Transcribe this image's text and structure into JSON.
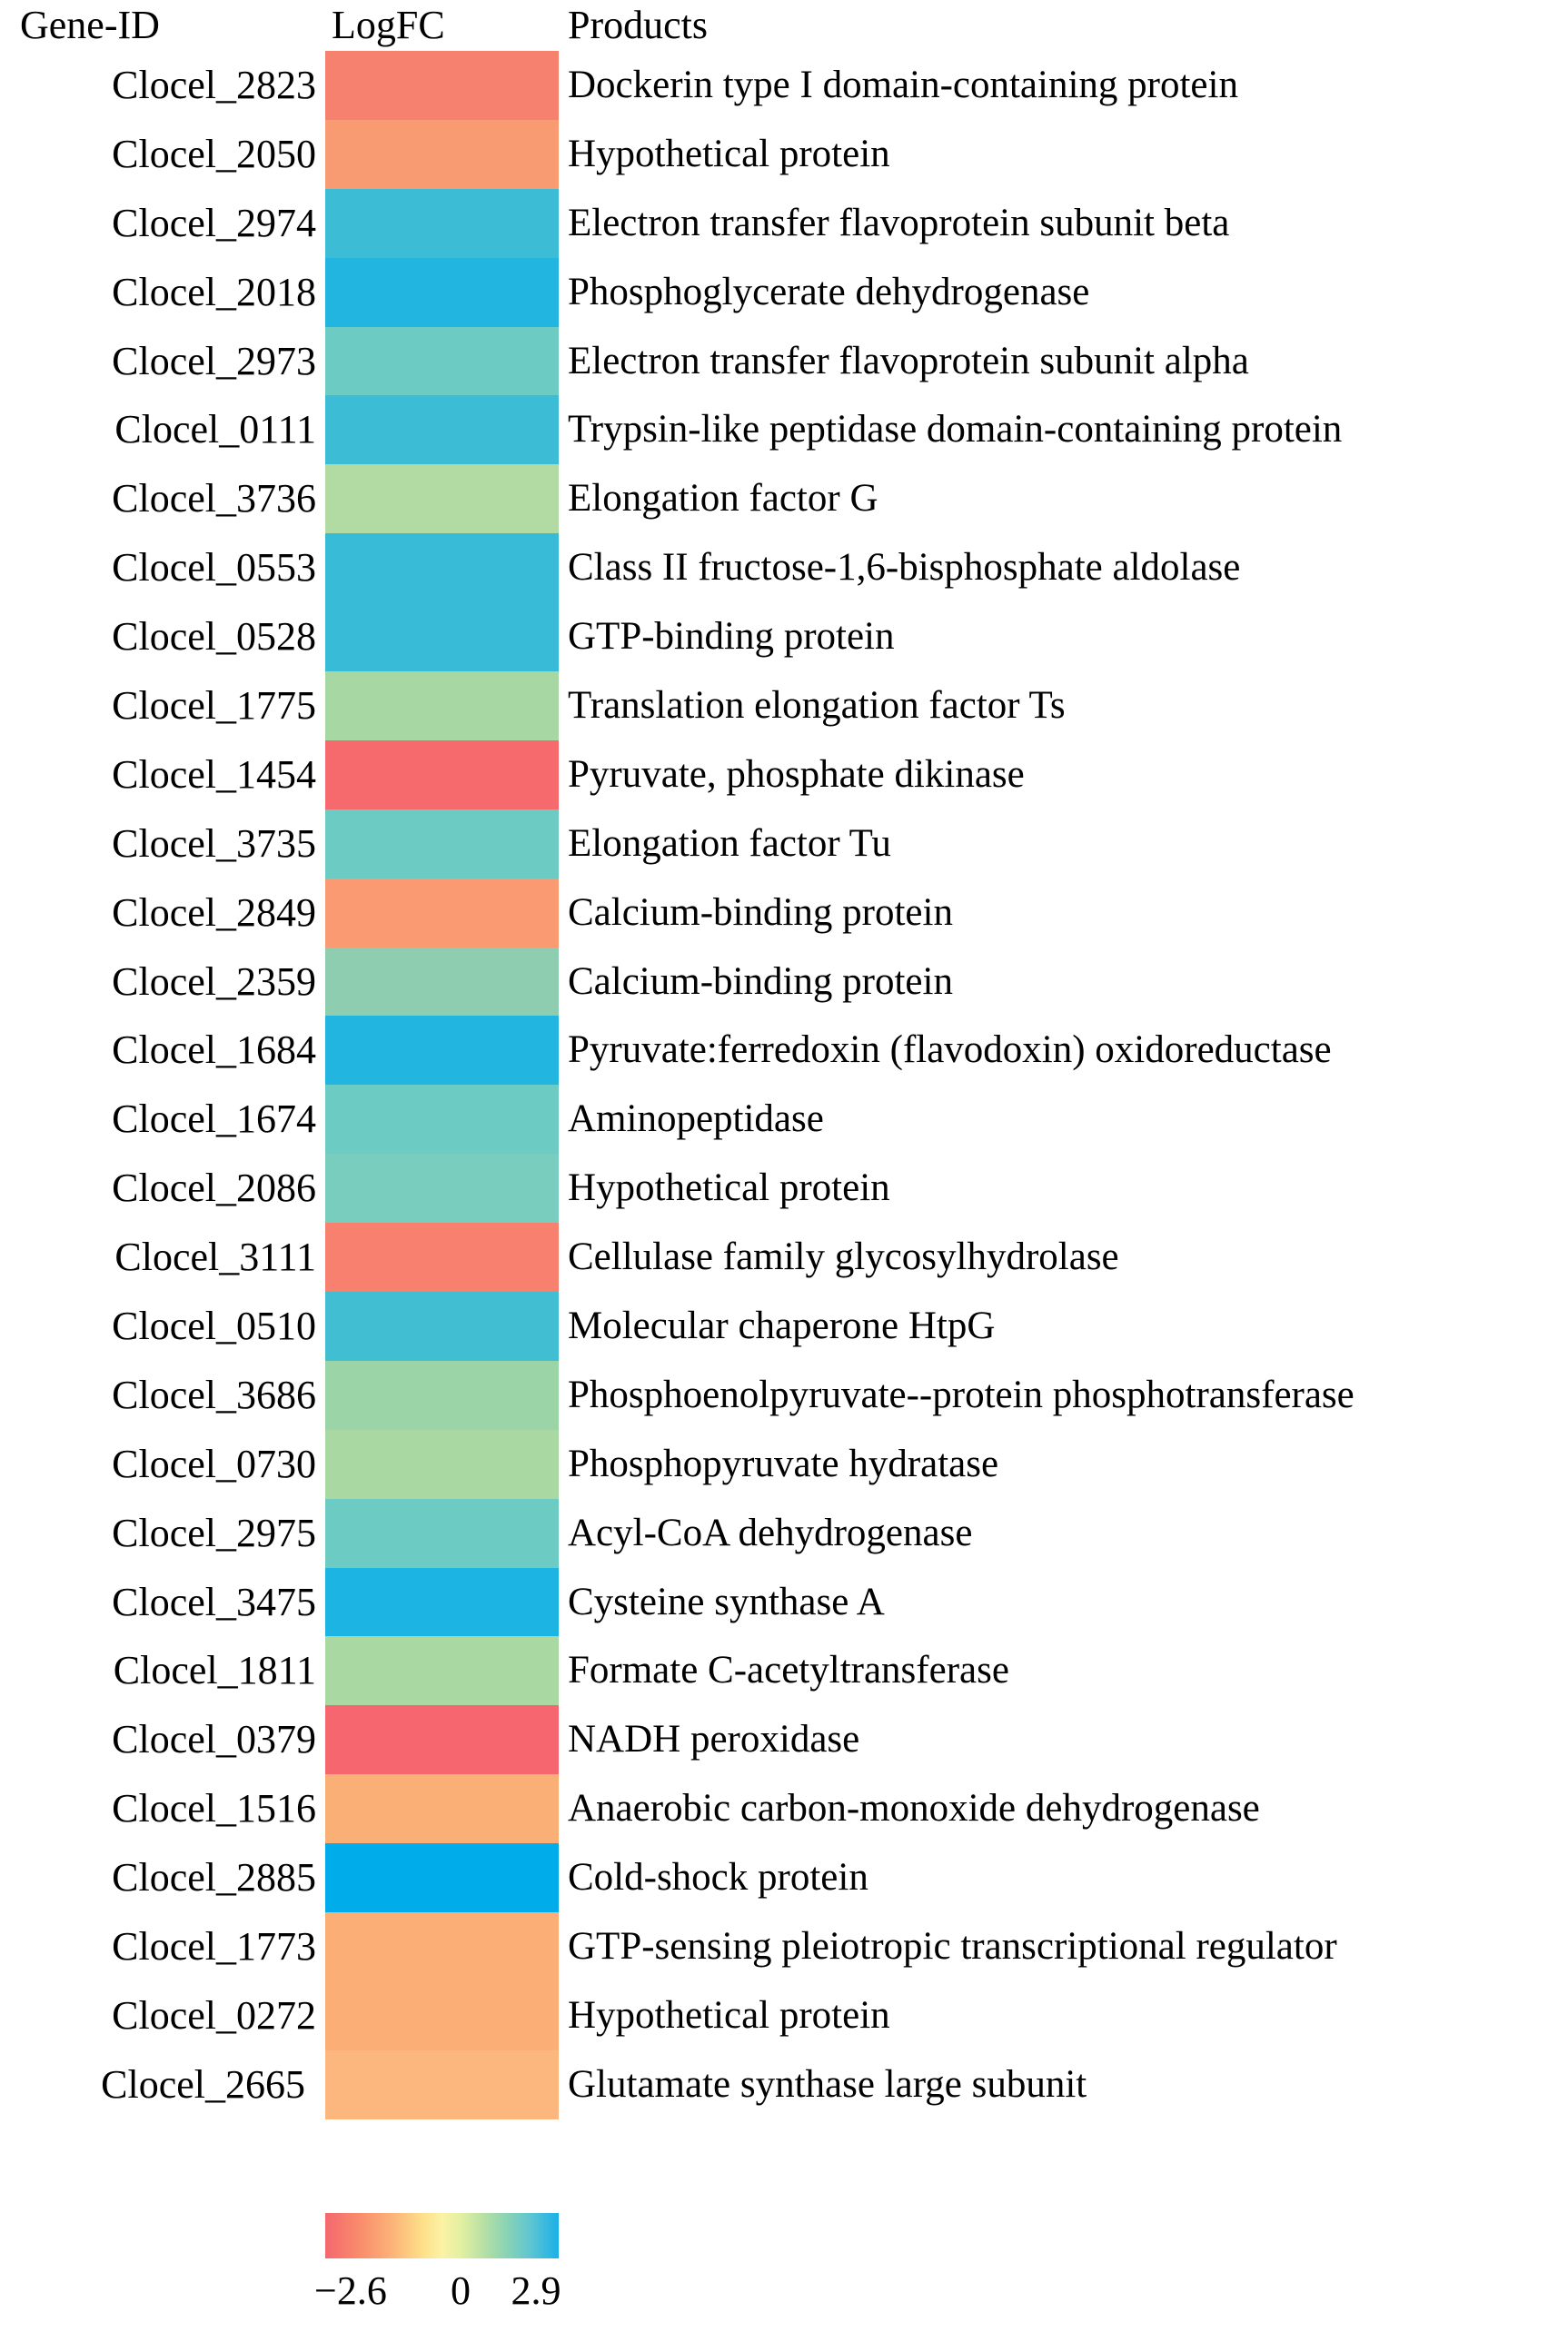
{
  "header": {
    "gene_id": "Gene-ID",
    "logfc": "LogFC",
    "products": "Products"
  },
  "chart_data": {
    "type": "heatmap",
    "title": "",
    "xlabel": "",
    "ylabel": "",
    "colormap": "Spectral (red-yellow-green-blue)",
    "colorbar": {
      "min_label": "−2.6",
      "mid_label": "0",
      "max_label": "2.9",
      "min": -2.6,
      "mid": 0,
      "max": 2.9,
      "stops": [
        "#f4676f",
        "#f98a6b",
        "#fcb178",
        "#fde08a",
        "#fbf2a4",
        "#e3f0a2",
        "#b6e0a4",
        "#88d3b5",
        "#5ec5d2",
        "#1ab0e8"
      ]
    },
    "columns": [
      "Gene-ID",
      "LogFC",
      "Products"
    ],
    "rows": [
      {
        "gene_id": "Clocel_2823",
        "color": "#f7816f",
        "logfc": -1.5,
        "product": "Dockerin type I domain-containing protein"
      },
      {
        "gene_id": "Clocel_2050",
        "color": "#f89a72",
        "logfc": -1.1,
        "product": "Hypothetical protein"
      },
      {
        "gene_id": "Clocel_2974",
        "color": "#3cbdd5",
        "logfc": 2.1,
        "product": "Electron transfer flavoprotein subunit beta"
      },
      {
        "gene_id": "Clocel_2018",
        "color": "#21b5e0",
        "logfc": 2.5,
        "product": "Phosphoglycerate dehydrogenase"
      },
      {
        "gene_id": "Clocel_2973",
        "color": "#6ccbc2",
        "logfc": 1.4,
        "product": "Electron transfer flavoprotein subunit alpha"
      },
      {
        "gene_id": "Clocel_0111",
        "color": "#3cbdd5",
        "logfc": 2.1,
        "product": "Trypsin-like peptidase domain-containing protein"
      },
      {
        "gene_id": "Clocel_3736",
        "color": "#b2daa3",
        "logfc": 0.8,
        "product": "Elongation factor G"
      },
      {
        "gene_id": "Clocel_0553",
        "color": "#37bbd6",
        "logfc": 2.2,
        "product": "Class II fructose-1,6-bisphosphate aldolase"
      },
      {
        "gene_id": "Clocel_0528",
        "color": "#37bbd6",
        "logfc": 2.2,
        "product": "GTP-binding protein"
      },
      {
        "gene_id": "Clocel_1775",
        "color": "#a7d8a4",
        "logfc": 0.9,
        "product": "Translation elongation factor Ts"
      },
      {
        "gene_id": "Clocel_1454",
        "color": "#f66a6e",
        "logfc": -2.0,
        "product": "Pyruvate, phosphate dikinase"
      },
      {
        "gene_id": "Clocel_3735",
        "color": "#6ccbc2",
        "logfc": 1.4,
        "product": "Elongation factor Tu"
      },
      {
        "gene_id": "Clocel_2849",
        "color": "#f99a73",
        "logfc": -1.1,
        "product": "Calcium-binding protein"
      },
      {
        "gene_id": "Clocel_2359",
        "color": "#8ecdaf",
        "logfc": 1.1,
        "product": "Calcium-binding protein"
      },
      {
        "gene_id": "Clocel_1684",
        "color": "#21b5e0",
        "logfc": 2.5,
        "product": "Pyruvate:ferredoxin (flavodoxin) oxidoreductase"
      },
      {
        "gene_id": "Clocel_1674",
        "color": "#6ccbc2",
        "logfc": 1.4,
        "product": "Aminopeptidase"
      },
      {
        "gene_id": "Clocel_2086",
        "color": "#78cdbe",
        "logfc": 1.3,
        "product": "Hypothetical protein"
      },
      {
        "gene_id": "Clocel_3111",
        "color": "#f8806f",
        "logfc": -1.5,
        "product": "Cellulase family glycosylhydrolase"
      },
      {
        "gene_id": "Clocel_0510",
        "color": "#42bed3",
        "logfc": 2.0,
        "product": "Molecular chaperone HtpG"
      },
      {
        "gene_id": "Clocel_3686",
        "color": "#9bd5a7",
        "logfc": 1.0,
        "product": "Phosphoenolpyruvate--protein phosphotransferase"
      },
      {
        "gene_id": "Clocel_0730",
        "color": "#a9d8a3",
        "logfc": 0.9,
        "product": "Phosphopyruvate hydratase"
      },
      {
        "gene_id": "Clocel_2975",
        "color": "#6ccbc2",
        "logfc": 1.4,
        "product": "Acyl-CoA dehydrogenase"
      },
      {
        "gene_id": "Clocel_3475",
        "color": "#1cb4e3",
        "logfc": 2.6,
        "product": "Cysteine synthase A"
      },
      {
        "gene_id": "Clocel_1811",
        "color": "#a9d8a3",
        "logfc": 0.9,
        "product": "Formate C-acetyltransferase"
      },
      {
        "gene_id": "Clocel_0379",
        "color": "#f6666e",
        "logfc": -2.1,
        "product": "NADH peroxidase"
      },
      {
        "gene_id": "Clocel_1516",
        "color": "#faaf77",
        "logfc": -0.7,
        "product": "Anaerobic carbon-monoxide dehydrogenase"
      },
      {
        "gene_id": "Clocel_2885",
        "color": "#00adea",
        "logfc": 2.9,
        "product": "Cold-shock protein"
      },
      {
        "gene_id": "Clocel_1773",
        "color": "#fbae76",
        "logfc": -0.7,
        "product": "GTP-sensing pleiotropic transcriptional regulator"
      },
      {
        "gene_id": "Clocel_0272",
        "color": "#fbae76",
        "logfc": -0.7,
        "product": "Hypothetical protein"
      },
      {
        "gene_id": "Clocel_2665",
        "color": "#fbb77e",
        "logfc": -0.6,
        "product": "Glutamate synthase large subunit"
      }
    ]
  }
}
